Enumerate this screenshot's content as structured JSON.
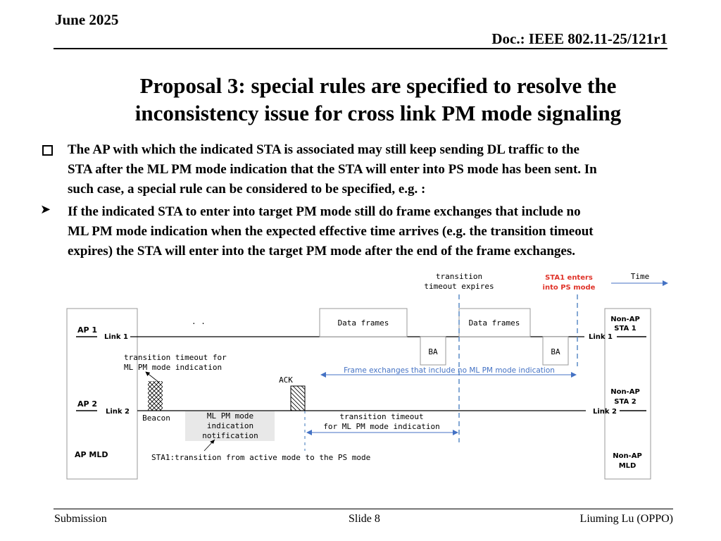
{
  "header": {
    "date": "June 2025",
    "doc": "Doc.: IEEE 802.11-25/121r1"
  },
  "title_lines": [
    "Proposal 3: special rules are specified to resolve the",
    "inconsistency issue for cross link PM mode signaling"
  ],
  "bullets": [
    {
      "icon": "square-bullet-icon",
      "lines": [
        "The AP with which the indicated STA is associated may still keep sending DL traffic to the",
        "STA after the ML PM mode indication that the STA will enter into PS mode has been sent. In",
        "such case, a special rule can be considered to be specified, e.g. :"
      ]
    },
    {
      "icon": "arrow-bullet-icon",
      "lines": [
        "If the indicated STA to enter into target PM mode still do frame exchanges that include no",
        "ML PM mode indication when the expected effective time arrives (e.g. the transition timeout",
        "expires) the STA will enter into the target PM mode after the end of the frame exchanges."
      ]
    }
  ],
  "diagram": {
    "transition_expires": [
      "transition",
      "timeout expires"
    ],
    "sta1_enters": [
      "STA1 enters",
      "into PS mode"
    ],
    "time_label": "Time",
    "ap1": "AP 1",
    "ap2": "AP 2",
    "ap_mld": "AP MLD",
    "link1_left": "Link 1",
    "link2_left": "Link 2",
    "link1_right": "Link 1",
    "link2_right": "Link 2",
    "non_ap_sta1": [
      "Non-AP",
      "STA 1"
    ],
    "non_ap_sta2": [
      "Non-AP",
      "STA 2"
    ],
    "non_ap_mld": [
      "Non-AP",
      "MLD"
    ],
    "data_frames_1": "Data frames",
    "data_frames_2": "Data frames",
    "ba_1": "BA",
    "ba_2": "BA",
    "timeout_note": [
      "transition timeout for",
      "ML PM mode indication"
    ],
    "ack": "ACK",
    "beacon": "Beacon",
    "notification": [
      "ML PM mode",
      "indication",
      "notification"
    ],
    "frame_exchanges": "Frame exchanges that include no ML PM mode indication",
    "timeout_span": [
      "transition timeout",
      "for ML PM mode indication"
    ],
    "sta1_transition": "STA1:transition from active mode to the PS mode",
    "dots": ". .",
    "colors": {
      "blue_dashed": "#5b8bc5",
      "blue_text": "#4472c4",
      "red": "#e0342a",
      "gray_box": "#e8e8e8"
    }
  },
  "footer": {
    "left": "Submission",
    "center": "Slide 8",
    "right": "Liuming Lu (OPPO)"
  }
}
